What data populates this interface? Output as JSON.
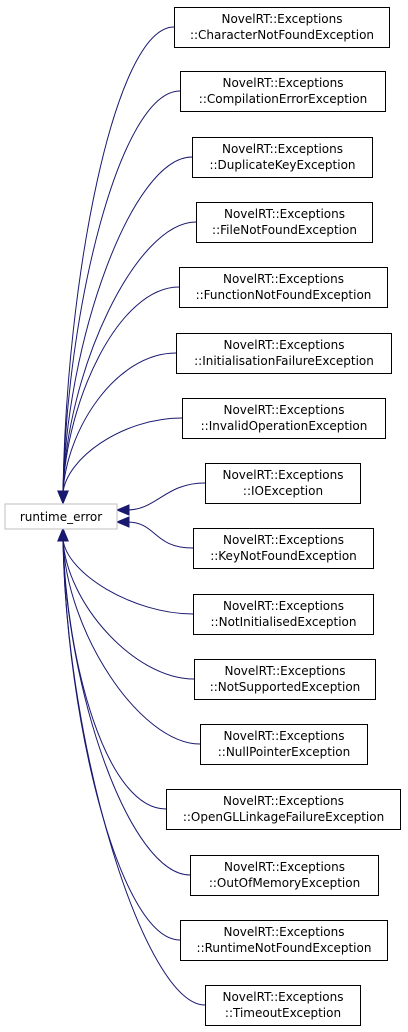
{
  "diagram": {
    "root": {
      "label": "runtime_error"
    },
    "arrow_color": "#191970",
    "nodes": [
      {
        "line1": "NovelRT::Exceptions",
        "line2": "::CharacterNotFoundException"
      },
      {
        "line1": "NovelRT::Exceptions",
        "line2": "::CompilationErrorException"
      },
      {
        "line1": "NovelRT::Exceptions",
        "line2": "::DuplicateKeyException"
      },
      {
        "line1": "NovelRT::Exceptions",
        "line2": "::FileNotFoundException"
      },
      {
        "line1": "NovelRT::Exceptions",
        "line2": "::FunctionNotFoundException"
      },
      {
        "line1": "NovelRT::Exceptions",
        "line2": "::InitialisationFailureException"
      },
      {
        "line1": "NovelRT::Exceptions",
        "line2": "::InvalidOperationException"
      },
      {
        "line1": "NovelRT::Exceptions",
        "line2": "::IOException"
      },
      {
        "line1": "NovelRT::Exceptions",
        "line2": "::KeyNotFoundException"
      },
      {
        "line1": "NovelRT::Exceptions",
        "line2": "::NotInitialisedException"
      },
      {
        "line1": "NovelRT::Exceptions",
        "line2": "::NotSupportedException"
      },
      {
        "line1": "NovelRT::Exceptions",
        "line2": "::NullPointerException"
      },
      {
        "line1": "NovelRT::Exceptions",
        "line2": "::OpenGLLinkageFailureException"
      },
      {
        "line1": "NovelRT::Exceptions",
        "line2": "::OutOfMemoryException"
      },
      {
        "line1": "NovelRT::Exceptions",
        "line2": "::RuntimeNotFoundException"
      },
      {
        "line1": "NovelRT::Exceptions",
        "line2": "::TimeoutException"
      }
    ]
  }
}
